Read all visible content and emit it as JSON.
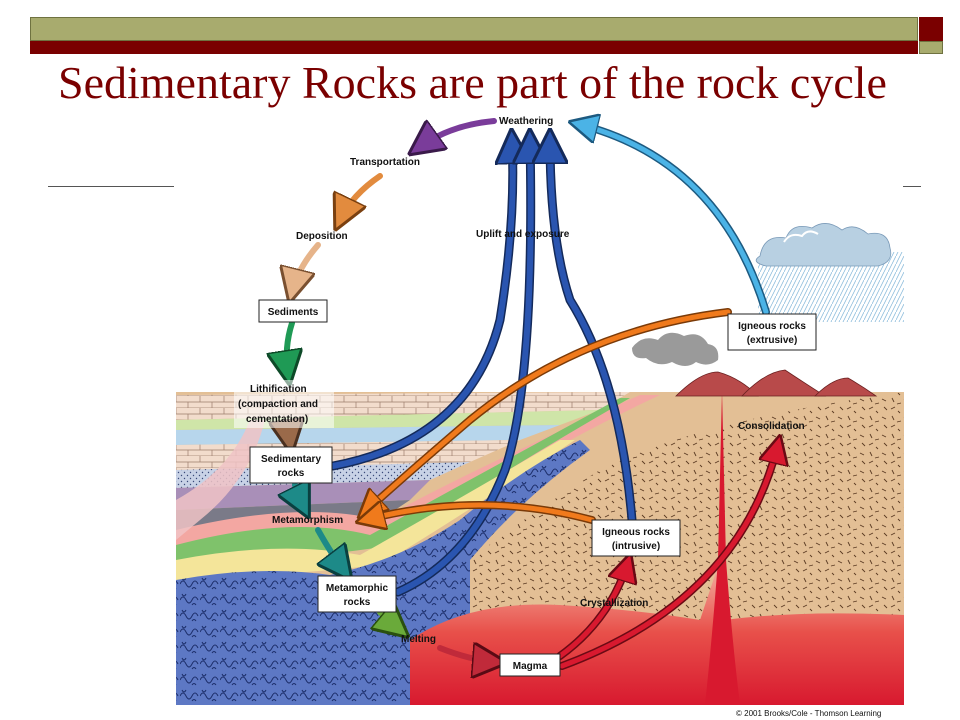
{
  "slide": {
    "title": "Sedimentary Rocks are part of the rock cycle",
    "title_color": "#7a0000"
  },
  "colors": {
    "header_olive": "#a8ab6e",
    "header_maroon": "#7a0000",
    "magma_red": "#d8192f",
    "uplift_blue": "#2a55b0",
    "extrusive_blue": "#4bb3e6",
    "orange_arrow": "#f07a1c"
  },
  "diagram": {
    "labels": {
      "weathering": "Weathering",
      "transportation": "Transportation",
      "deposition": "Deposition",
      "uplift": "Uplift and exposure",
      "lithification_1": "Lithification",
      "lithification_2": "(compaction and",
      "lithification_3": "cementation)",
      "metamorphism": "Metamorphism",
      "melting": "Melting",
      "crystallization": "Crystallization",
      "consolidation": "Consolidation"
    },
    "boxes": {
      "sediments": "Sediments",
      "sedimentary_1": "Sedimentary",
      "sedimentary_2": "rocks",
      "metamorphic_1": "Metamorphic",
      "metamorphic_2": "rocks",
      "igneous_intrusive_1": "Igneous rocks",
      "igneous_intrusive_2": "(intrusive)",
      "igneous_extrusive_1": "Igneous rocks",
      "igneous_extrusive_2": "(extrusive)",
      "magma": "Magma"
    },
    "credit": "© 2001 Brooks/Cole - Thomson Learning"
  }
}
